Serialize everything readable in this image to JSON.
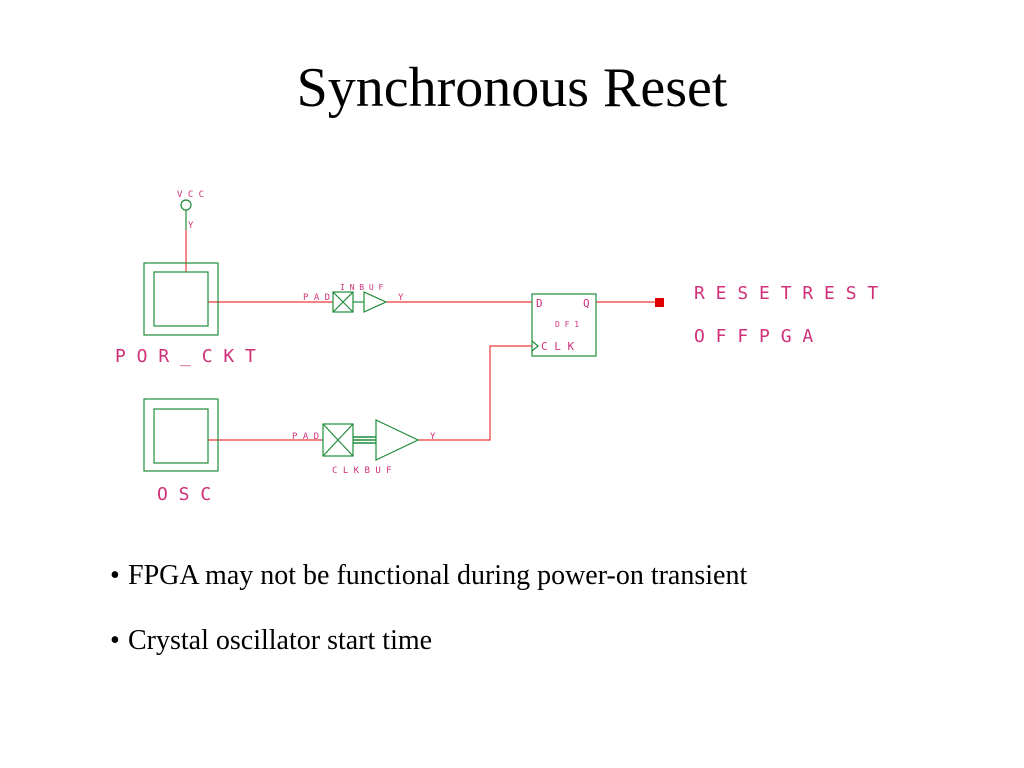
{
  "slide": {
    "title": "Synchronous Reset"
  },
  "schematic": {
    "colors": {
      "wire": "#ee3b3b",
      "component": "#1e8c3a",
      "label": "#d0307a",
      "port": "#e00000"
    },
    "labels": {
      "vcc": "V C C",
      "vcc_y": "Y",
      "por_block": "P O R _ C K T",
      "osc_block": "O S C",
      "inbuf_name": "I N B U F",
      "inbuf_pad": "P A D",
      "inbuf_y": "Y",
      "clkbuf_name": "C L K B U F",
      "clkbuf_pad": "P A D",
      "clkbuf_y": "Y",
      "dff_d": "D",
      "dff_q": "Q",
      "dff_name": "D F 1",
      "dff_clk": "C L K",
      "output_line1": "R E S E T   R E S T",
      "output_line2": "O F   F P G A"
    }
  },
  "bullets": {
    "marker": "•",
    "items": [
      "FPGA may not be functional during power-on transient",
      "Crystal oscillator start time"
    ]
  }
}
